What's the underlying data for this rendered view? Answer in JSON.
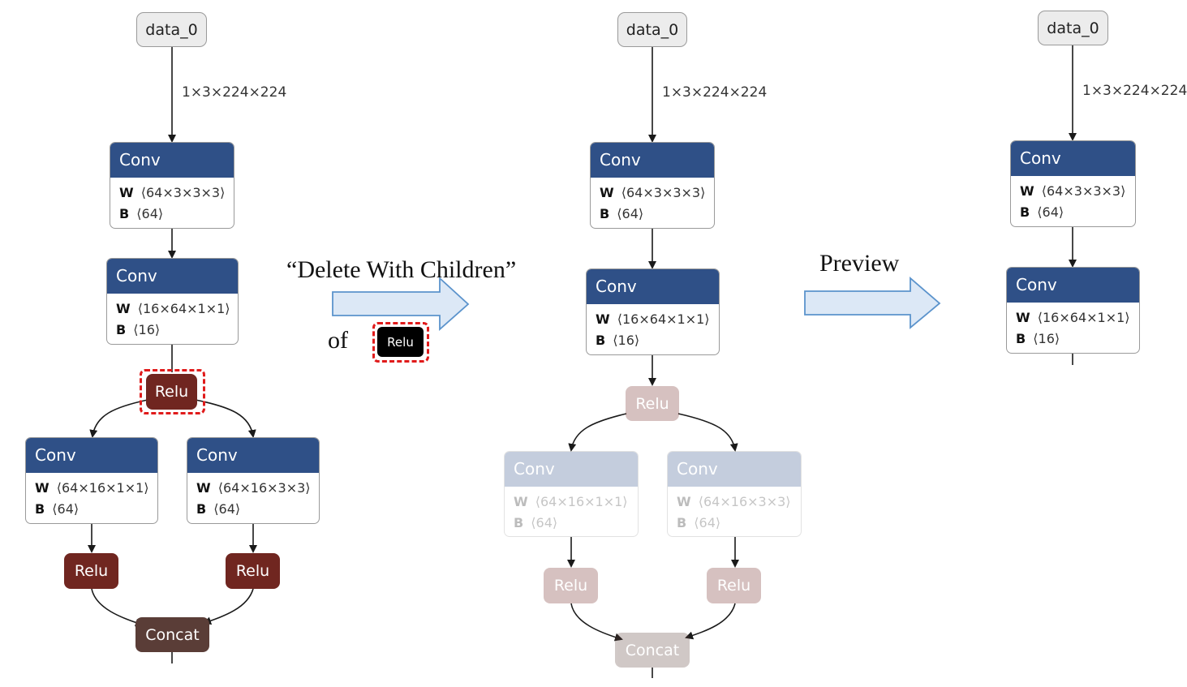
{
  "input_name": "data_0",
  "input_shape": "1×3×224×224",
  "conv_label": "Conv",
  "relu_label": "Relu",
  "concat_label": "Concat",
  "w_key": "W",
  "b_key": "B",
  "conv1": {
    "w": "⟨64×3×3×3⟩",
    "b": "⟨64⟩"
  },
  "conv2": {
    "w": "⟨16×64×1×1⟩",
    "b": "⟨16⟩"
  },
  "conv3": {
    "w": "⟨64×16×1×1⟩",
    "b": "⟨64⟩"
  },
  "conv4": {
    "w": "⟨64×16×3×3⟩",
    "b": "⟨64⟩"
  },
  "caption_action": "“Delete With Children”",
  "caption_of": "of",
  "caption_preview": "Preview",
  "colors": {
    "conv_header": "#2f5087",
    "relu": "#702620",
    "concat": "#5a3d37",
    "arrow_fill": "#dce8f6",
    "arrow_stroke": "#5b93cc",
    "selection": "#e01b1b"
  }
}
